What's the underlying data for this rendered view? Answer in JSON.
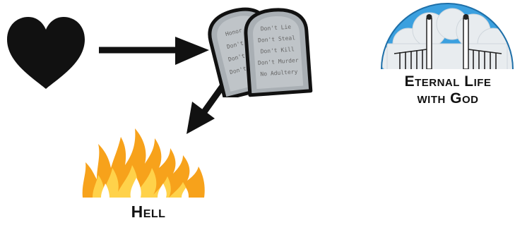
{
  "labels": {
    "eternal_life_line1": "Eternal Life",
    "eternal_life_line2": "with God",
    "hell": "Hell"
  },
  "tablets_text": {
    "left": [
      "Honor ur",
      "Don't Lie",
      "Don't Kill",
      "Don't Steal"
    ],
    "right": [
      "Don't Lie",
      "Don't Steal",
      "Don't Kill",
      "Don't Murder",
      "No Adultery"
    ]
  },
  "colors": {
    "heart": "#111111",
    "arrow": "#111111",
    "tablet_fill": "#a9afb4",
    "tablet_outline": "#111111",
    "sky": "#3ba0df",
    "cloud": "#e8ecef",
    "fire_outer": "#f7a21b",
    "fire_inner": "#ffd24a",
    "fire_core": "#ffffff"
  },
  "icons": [
    "heart-icon",
    "stone-tablets-icon",
    "heaven-gates-icon",
    "fire-icon"
  ]
}
